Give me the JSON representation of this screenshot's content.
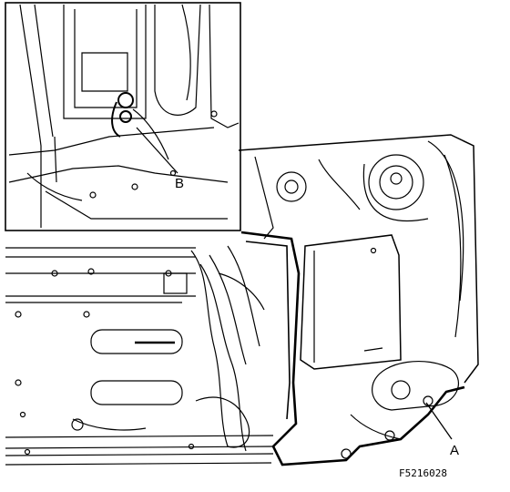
{
  "figure": {
    "callout_a": "A",
    "callout_b": "B",
    "figure_code": "F5216028"
  },
  "colors": {
    "line": "#000000",
    "background": "#ffffff"
  }
}
